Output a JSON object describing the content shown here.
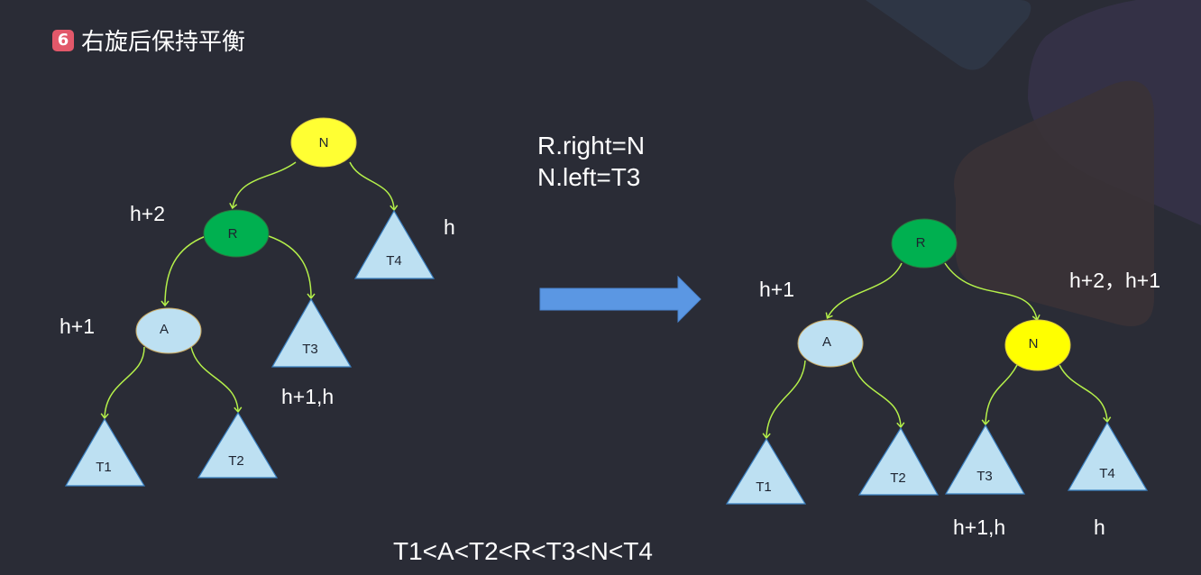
{
  "slide": {
    "badge": "6",
    "title": "右旋后保持平衡"
  },
  "code": [
    "R.right=N",
    "N.left=T3"
  ],
  "order": "T1<A<T2<R<T3<N<T4",
  "colors": {
    "background": "#2a2c36",
    "node_yellow": "#ffff33",
    "node_green": "#00b050",
    "node_lightblue": "#bde0f2",
    "edge": "#b4f04a",
    "arrow": "#5b97e3"
  },
  "before": {
    "nodes": {
      "N": "N",
      "R": "R",
      "A": "A"
    },
    "subtrees": {
      "T1": "T1",
      "T2": "T2",
      "T3": "T3",
      "T4": "T4"
    },
    "heights": {
      "R": "h+2",
      "T4": "h",
      "A": "h+1",
      "T3": "h+1,h"
    }
  },
  "after": {
    "nodes": {
      "R": "R",
      "A": "A",
      "N": "N"
    },
    "subtrees": {
      "T1": "T1",
      "T2": "T2",
      "T3": "T3",
      "T4": "T4"
    },
    "heights": {
      "A": "h+1",
      "N": "h+2，h+1",
      "T3": "h+1,h",
      "T4": "h"
    }
  }
}
